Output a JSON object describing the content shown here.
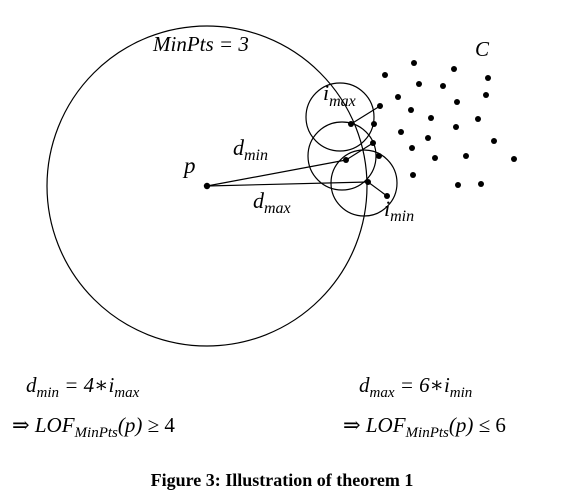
{
  "labels": {
    "minpts": "MinPts = 3",
    "cluster": "C",
    "point": "p",
    "d": "d",
    "i": "i",
    "sub_min": "min",
    "sub_max": "max"
  },
  "formulas": {
    "left": {
      "eq_var": "d",
      "eq_sub": "min",
      "eq_mid": " = 4∗",
      "eq_var2": "i",
      "eq_sub2": "max",
      "arrow": "⇒ ",
      "lof": "LOF",
      "lof_sub": "MinPts",
      "arg": "(p)",
      "rel": " ≥ 4"
    },
    "right": {
      "eq_var": "d",
      "eq_sub": "max",
      "eq_mid": " = 6∗",
      "eq_var2": "i",
      "eq_sub2": "min",
      "arrow": "⇒ ",
      "lof": "LOF",
      "lof_sub": "MinPts",
      "arg": "(p)",
      "rel": " ≤ 6"
    }
  },
  "caption": "Figure 3: Illustration of theorem 1",
  "colors": {
    "ink": "#000000",
    "background": "#ffffff"
  }
}
